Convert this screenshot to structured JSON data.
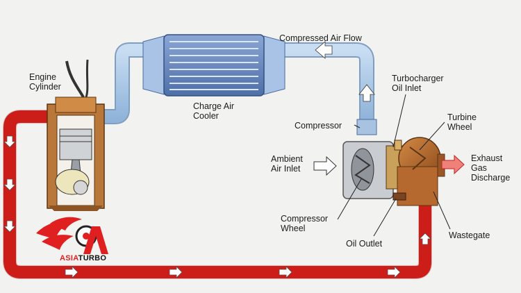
{
  "diagram": {
    "labels": {
      "engine_cylinder": "Engine\nCylinder",
      "charge_air_cooler": "Charge Air\nCooler",
      "compressed_air_flow": "Compressed Air Flow",
      "turbocharger_oil_inlet": "Turbocharger\nOil Inlet",
      "compressor": "Compressor",
      "turbine_wheel": "Turbine\nWheel",
      "ambient_air_inlet": "Ambient\nAir Inlet",
      "exhaust_gas_discharge": "Exhaust\nGas\nDischarge",
      "compressor_wheel": "Compressor\nWheel",
      "oil_outlet": "Oil Outlet",
      "wastegate": "Wastegate"
    },
    "colors": {
      "exhaust_pipe": "#e0201c",
      "air_pipe": "#a8c8e8",
      "turbine_housing": "#b5692e",
      "cooler": "#6f8fc2",
      "arrow_fill": "#ffffff",
      "logo_red": "#e02020"
    }
  },
  "logo": {
    "part1": "ASIA",
    "part2": "TURBO",
    "icon": "flaming-turbo-logo-icon"
  }
}
